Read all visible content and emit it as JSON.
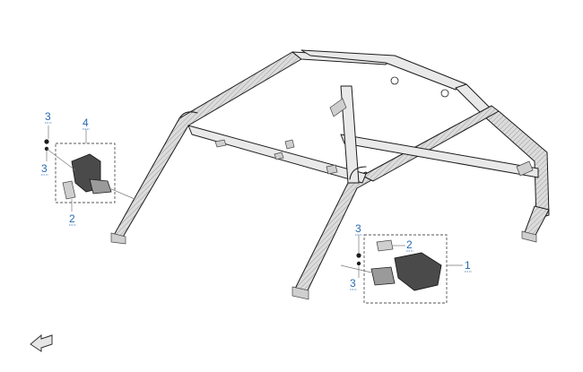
{
  "callouts": {
    "left_top_3": "3",
    "left_mid_3": "3",
    "left_4": "4",
    "left_2": "2",
    "right_top_3": "3",
    "right_2": "2",
    "right_1": "1",
    "right_bottom_3": "3"
  },
  "colors": {
    "callout_text": "#2a6bb0",
    "line": "#1c1c1c"
  },
  "icons": {
    "nav_arrow": "arrow-left-icon"
  }
}
